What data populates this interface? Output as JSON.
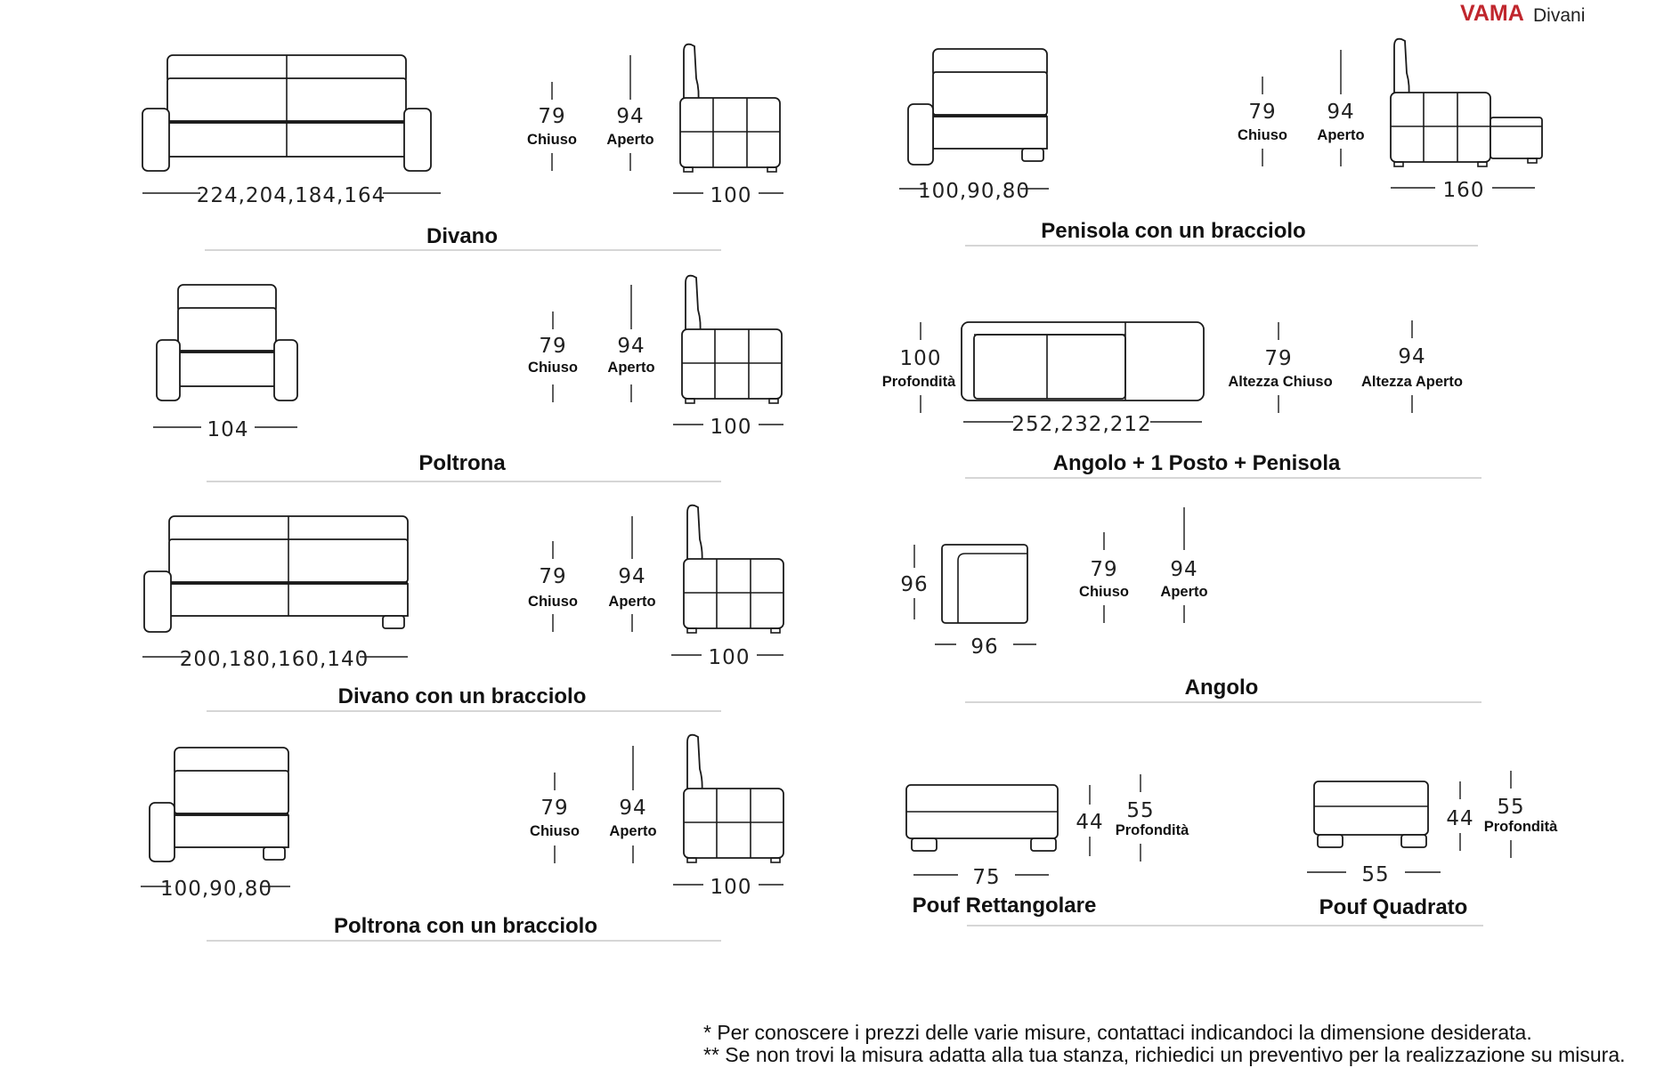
{
  "brand": {
    "name": "VAMA",
    "suffix": "Divani",
    "color": "#c0262d"
  },
  "products": [
    {
      "title": "Divano",
      "width": "224,204,184,164",
      "closed_value": "79",
      "closed_label": "Chiuso",
      "open_value": "94",
      "open_label": "Aperto",
      "depth": "100"
    },
    {
      "title": "Poltrona",
      "width": "104",
      "closed_value": "79",
      "closed_label": "Chiuso",
      "open_value": "94",
      "open_label": "Aperto",
      "depth": "100"
    },
    {
      "title": "Divano con un bracciolo",
      "width": "200,180,160,140",
      "closed_value": "79",
      "closed_label": "Chiuso",
      "open_value": "94",
      "open_label": "Aperto",
      "depth": "100"
    },
    {
      "title": "Poltrona con un bracciolo",
      "width": "100,90,80",
      "closed_value": "79",
      "closed_label": "Chiuso",
      "open_value": "94",
      "open_label": "Aperto",
      "depth": "100"
    },
    {
      "title": "Penisola con un bracciolo",
      "width": "100,90,80",
      "closed_value": "79",
      "closed_label": "Chiuso",
      "open_value": "94",
      "open_label": "Aperto",
      "depth": "160"
    },
    {
      "title": "Angolo + 1 Posto + Penisola",
      "depth_value": "100",
      "depth_label": "Profondità",
      "width": "252,232,212",
      "closed_value": "79",
      "closed_label": "Altezza Chiuso",
      "open_value": "94",
      "open_label": "Altezza Aperto"
    },
    {
      "title": "Angolo",
      "side": "96",
      "width": "96",
      "closed_value": "79",
      "closed_label": "Chiuso",
      "open_value": "94",
      "open_label": "Aperto"
    }
  ],
  "poufs": [
    {
      "title": "Pouf Rettangolare",
      "width": "75",
      "height": "44",
      "depth_value": "55",
      "depth_label": "Profondità"
    },
    {
      "title": "Pouf Quadrato",
      "width": "55",
      "height": "44",
      "depth_value": "55",
      "depth_label": "Profondità"
    }
  ],
  "notes": [
    "* Per conoscere i prezzi delle varie misure, contattaci indicandoci la dimensione desiderata.",
    "** Se non trovi la misura adatta alla tua stanza, richiedici un preventivo per la realizzazione su misura."
  ]
}
